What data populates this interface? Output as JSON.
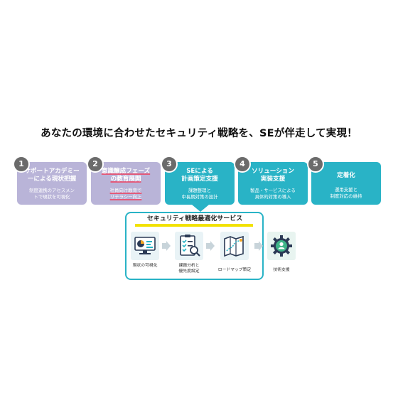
{
  "headline": "あなたの環境に合わせたセキュリティ戦略を、SEが伴走して実現！",
  "steps": [
    {
      "number": "1",
      "title": "サポートアカデミー\nーによる現状把握",
      "desc": "制度連携のアセスメン\nトで現状を可視化",
      "color": "#b9b4d8"
    },
    {
      "number": "2",
      "title": "意識醸成フェーズ\nの教育展開",
      "desc": "社員向け教育で\nリテラシー向上",
      "color": "#b9b4d8"
    },
    {
      "number": "3",
      "title": "SEによる\n計画策定支援",
      "desc": "課題整理と\n中長期対策の設計",
      "color": "#29b3c6"
    },
    {
      "number": "4",
      "title": "ソリューション\n実装支援",
      "desc": "製品・サービスによる\n具体的対策の導入",
      "color": "#29b3c6"
    },
    {
      "number": "5",
      "title": "定着化",
      "desc": "運用支援と\n制度対応の維持",
      "color": "#29b3c6"
    }
  ],
  "service": {
    "title": "セキュリティ戦略最適化サービス",
    "items": [
      {
        "label": "現状の可視化",
        "icon": "dashboard-monitor-icon"
      },
      {
        "label": "課題分析と\n優先度設定",
        "icon": "checklist-magnifier-icon"
      },
      {
        "label": "ロードマップ策定",
        "icon": "roadmap-map-icon"
      }
    ]
  },
  "tech": {
    "label": "技術支援",
    "icon": "gear-person-icon"
  },
  "colors": {
    "purple": "#b9b4d8",
    "teal": "#29b3c6",
    "highlight": "#f2e200",
    "badge": "#6b6b6b"
  }
}
